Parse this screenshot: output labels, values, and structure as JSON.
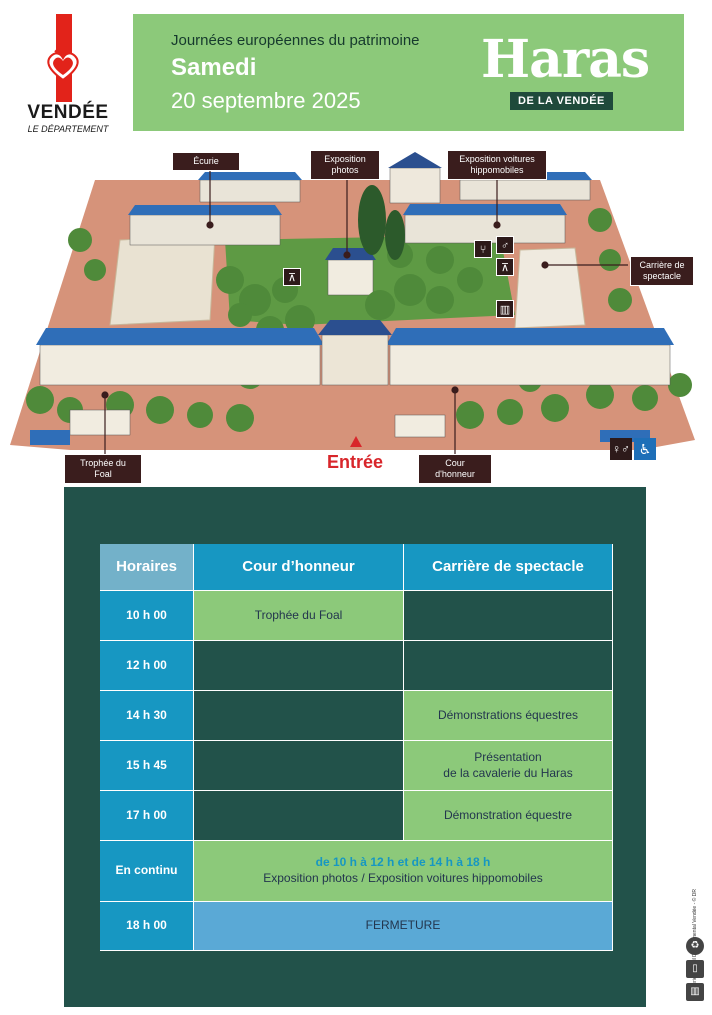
{
  "brand": {
    "name": "VENDÉE",
    "subtitle": "LE DÉPARTEMENT"
  },
  "header": {
    "event": "Journées européennes du patrimoine",
    "day": "Samedi",
    "date": "20 septembre 2025",
    "logo_main": "Haras",
    "logo_sub": "DE LA VENDÉE"
  },
  "map": {
    "labels": {
      "ecurie": "Écurie",
      "expo_photos": "Exposition photos",
      "expo_voitures": "Exposition voitures hippomobiles",
      "carriere": "Carrière de spectacle",
      "trophee": "Trophée du Foal",
      "cour": "Cour d'honneur",
      "entree": "Entrée"
    },
    "icons": [
      "picnic-icon",
      "toilets-icon",
      "wheelchair-icon",
      "restaurant-icon",
      "bin-icon"
    ]
  },
  "schedule": {
    "headers": [
      "Horaires",
      "Cour d’honneur",
      "Carrière de spectacle"
    ],
    "rows": [
      {
        "time": "10 h 00",
        "cour": "Trophée du Foal",
        "carriere": ""
      },
      {
        "time": "12 h 00",
        "cour": "",
        "carriere": ""
      },
      {
        "time": "14 h 30",
        "cour": "",
        "carriere": "Démonstrations équestres"
      },
      {
        "time": "15 h 45",
        "cour": "",
        "carriere_l1": "Présentation",
        "carriere_l2": "de la cavalerie du Haras"
      },
      {
        "time": "17 h 00",
        "cour": "",
        "carriere": "Démonstration équestre"
      }
    ],
    "continu": {
      "time": "En continu",
      "hours": "de 10 h à 12 h et de 14 h à 18 h",
      "text": "Exposition photos / Exposition voitures hippomobiles"
    },
    "closing": {
      "time": "18 h 00",
      "text": "FERMETURE"
    }
  },
  "footer": {
    "credit": "Imprimerie Conseil Départemental Vendée - © DR"
  },
  "colors": {
    "green": "#8cc97a",
    "dark_green": "#22524a",
    "blue": "#1797c2",
    "red": "#e2231a"
  }
}
